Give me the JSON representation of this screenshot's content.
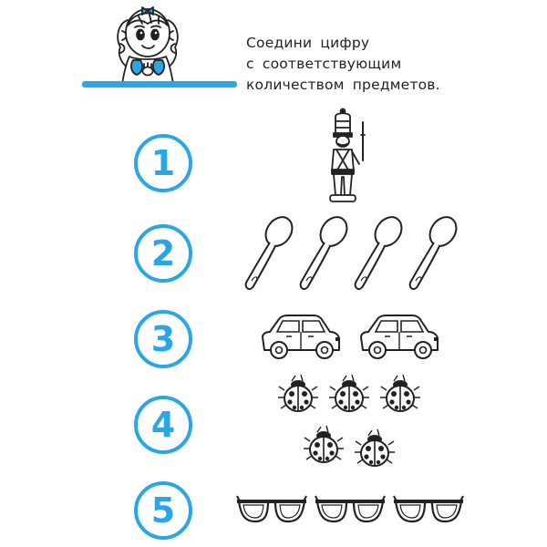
{
  "instruction": {
    "lines": [
      "Соедини цифру",
      "с соответствующим",
      "количеством предметов."
    ]
  },
  "numbers": [
    "1",
    "2",
    "3",
    "4",
    "5"
  ],
  "colors": {
    "accent": "#29a6e6",
    "ink": "#222222"
  },
  "objects": {
    "soldier": 1,
    "spoons": 4,
    "cars": 2,
    "ladybugs": 5,
    "glasses": 3
  }
}
